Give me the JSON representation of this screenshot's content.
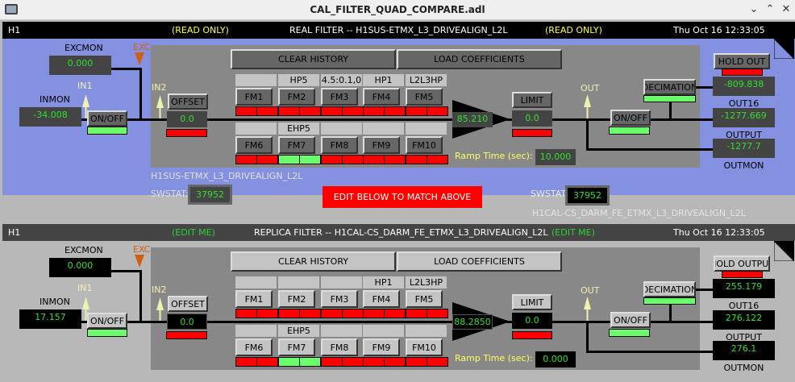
{
  "window": {
    "title": "CAL_FILTER_QUAD_COMPARE.adl",
    "minimize": "⌄",
    "maximize": "⌃",
    "close": "✕"
  },
  "colors": {
    "on": "#6cff6c",
    "off": "#ff0000",
    "value_text": "#2fe02f",
    "exc": "#d06010",
    "arrow": "#f0f0b0",
    "top_bg": "#8490e0",
    "bottom_bg": "#b8b8b8"
  },
  "top": {
    "header": {
      "site": "H1",
      "mode": "(READ ONLY)",
      "title": "REAL FILTER -- H1SUS-ETMX_L3_DRIVEALIGN_L2L",
      "mode2": "(READ ONLY)",
      "date": "Thu Oct 16 12:33:05"
    },
    "excmon": {
      "label": "EXCMON",
      "value": "0.000"
    },
    "exc_label": "EXC",
    "inmon": {
      "label": "INMON",
      "value": "-34.008"
    },
    "in1_label": "IN1",
    "in2_label": "IN2",
    "onoff_in": {
      "label": "ON/OFF",
      "on": true
    },
    "offset": {
      "label": "OFFSET",
      "value": "0.0",
      "on": false
    },
    "clear_history": "CLEAR HISTORY",
    "load_coefficients": "LOAD COEFFICIENTS",
    "fm": [
      {
        "name": "FM1",
        "label": "",
        "on": false
      },
      {
        "name": "FM2",
        "label": "HP5",
        "on": false
      },
      {
        "name": "FM3",
        "label": "4.5:0.1,0",
        "on": false
      },
      {
        "name": "FM4",
        "label": "HP1",
        "on": false
      },
      {
        "name": "FM5",
        "label": "L2L3HP",
        "on": false
      },
      {
        "name": "FM6",
        "label": "",
        "on": false
      },
      {
        "name": "FM7",
        "label": "EHP5",
        "on": true
      },
      {
        "name": "FM8",
        "label": "",
        "on": false
      },
      {
        "name": "FM9",
        "label": "",
        "on": false
      },
      {
        "name": "FM10",
        "label": "",
        "on": false
      }
    ],
    "gain": "85.210",
    "limit": {
      "label": "LIMIT",
      "value": "0.0",
      "on": false
    },
    "out_label": "OUT",
    "onoff_out": {
      "label": "ON/OFF",
      "on": true
    },
    "decimation": {
      "label": "DECIMATION",
      "on": true
    },
    "hold": {
      "label": "HOLD OUT",
      "on": false
    },
    "out16": {
      "label": "OUT16",
      "value": "-809.838"
    },
    "output": {
      "label": "OUTPUT",
      "value": "-1277.669"
    },
    "outmon": {
      "label": "OUTMON",
      "value": "-1277.7"
    },
    "ramp": {
      "label": "Ramp Time (sec):",
      "value": "10.000"
    }
  },
  "bottom": {
    "header": {
      "site": "H1",
      "mode": "(EDIT ME)",
      "title": "REPLICA FILTER -- H1CAL-CS_DARM_FE_ETMX_L3_DRIVEALIGN_L2L",
      "mode2": "(EDIT ME)",
      "date": "Thu Oct 16 12:33:05"
    },
    "excmon": {
      "label": "EXCMON",
      "value": "0.000"
    },
    "exc_label": "EXC",
    "inmon": {
      "label": "INMON",
      "value": "17.157"
    },
    "in1_label": "IN1",
    "in2_label": "IN2",
    "onoff_in": {
      "label": "ON/OFF",
      "on": true
    },
    "offset": {
      "label": "OFFSET",
      "value": "0.0",
      "on": false
    },
    "clear_history": "CLEAR HISTORY",
    "load_coefficients": "LOAD COEFFICIENTS",
    "fm": [
      {
        "name": "FM1",
        "label": "",
        "on": false
      },
      {
        "name": "FM2",
        "label": "",
        "on": false
      },
      {
        "name": "FM3",
        "label": "",
        "on": false
      },
      {
        "name": "FM4",
        "label": "HP1",
        "on": false
      },
      {
        "name": "FM5",
        "label": "L2L3HP",
        "on": false
      },
      {
        "name": "FM6",
        "label": "",
        "on": false
      },
      {
        "name": "FM7",
        "label": "EHP5",
        "on": true
      },
      {
        "name": "FM8",
        "label": "",
        "on": false
      },
      {
        "name": "FM9",
        "label": "",
        "on": false
      },
      {
        "name": "FM10",
        "label": "",
        "on": false
      }
    ],
    "gain": "88.2850",
    "limit": {
      "label": "LIMIT",
      "value": "0.0",
      "on": false
    },
    "out_label": "OUT",
    "onoff_out": {
      "label": "ON/OFF",
      "on": true
    },
    "decimation": {
      "label": "DECIMATION",
      "on": true
    },
    "hold": {
      "label": "HOLD OUTPUT",
      "on": false
    },
    "out16": {
      "label": "OUT16",
      "value": "255.179"
    },
    "output": {
      "label": "OUTPUT",
      "value": "276.122"
    },
    "outmon": {
      "label": "OUTMON",
      "value": "276.1"
    },
    "ramp": {
      "label": "Ramp Time (sec):",
      "value": "0.000"
    }
  },
  "compare": {
    "real_channel": "H1SUS-ETMX_L3_DRIVEALIGN_L2L",
    "real_swstat_label": "SWSTAT:",
    "real_swstat": "37952",
    "banner": "EDIT BELOW TO MATCH ABOVE",
    "replica_swstat_label": "SWSTAT:",
    "replica_swstat": "37952",
    "replica_channel": "H1CAL-CS_DARM_FE_ETMX_L3_DRIVEALIGN_L2L"
  }
}
